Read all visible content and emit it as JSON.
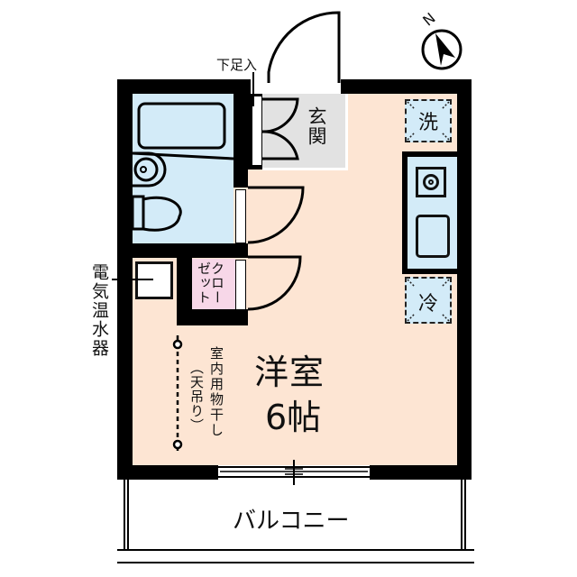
{
  "floorplan": {
    "colors": {
      "wall": "#000000",
      "room": "#fde5d3",
      "wet_area": "#d3ebf8",
      "entrance": "#e2e2e2",
      "closet": "#f7d7e8",
      "outside": "#ffffff"
    },
    "compass": {
      "label": "N"
    },
    "labels": {
      "shoe_box": "下足入",
      "entrance": "玄関",
      "washer": "洗",
      "fridge": "冷",
      "closet": "クローゼット",
      "water_heater": "電気温水器",
      "clothes_line": "室内用物干し",
      "clothes_line_note": "（天吊り）",
      "main_room_type": "洋室",
      "main_room_size": "6帖",
      "balcony": "バルコニー"
    }
  }
}
